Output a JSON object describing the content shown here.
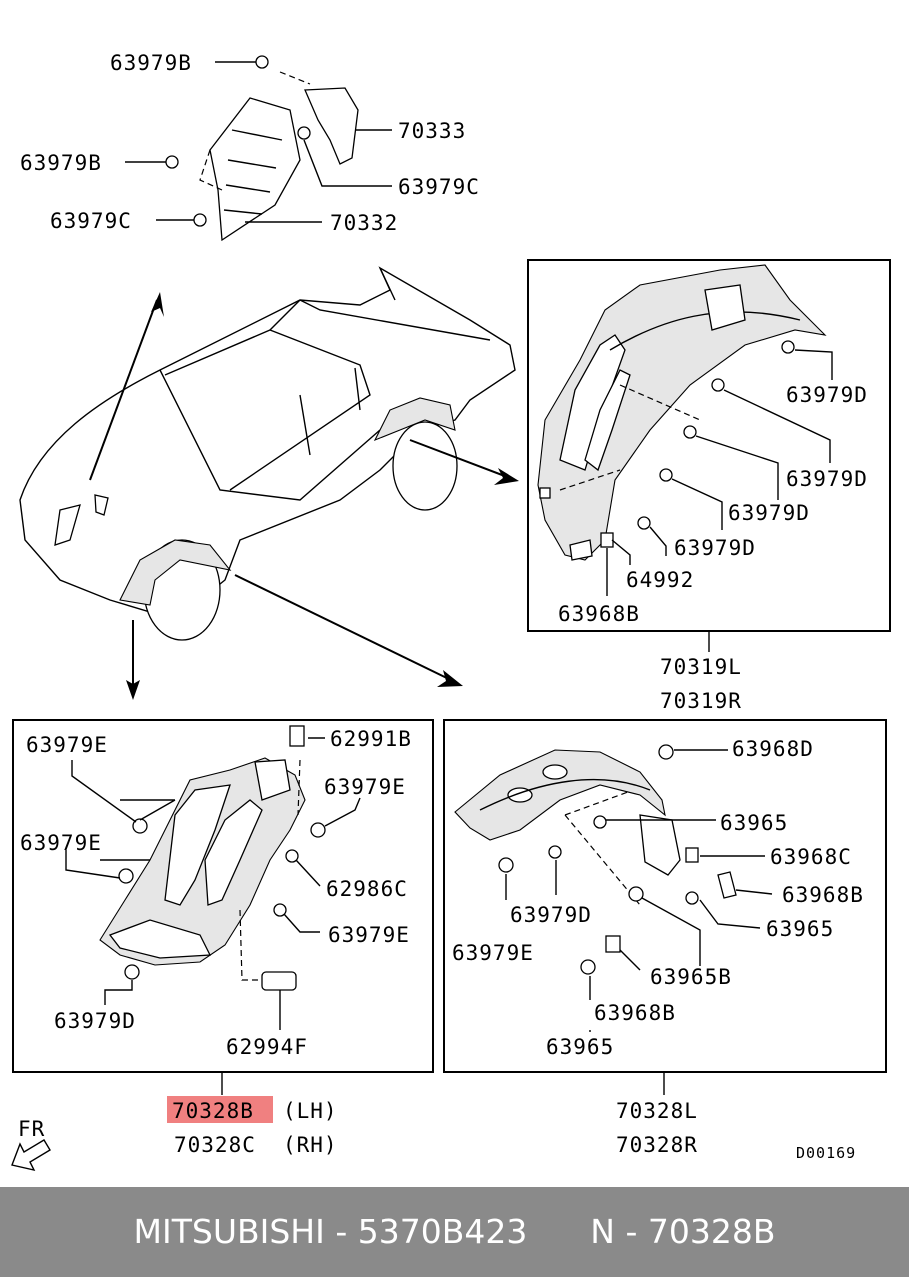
{
  "labels": {
    "p63979B_top": "63979B",
    "p70333": "70333",
    "p63979B_mid": "63979B",
    "p63979C_r": "63979C",
    "p63979C_l": "63979C",
    "p70332": "70332",
    "r_63979D_1": "63979D",
    "r_63979D_2": "63979D",
    "r_63979D_3": "63979D",
    "r_63979D_4": "63979D",
    "r_64992": "64992",
    "r_63968B": "63968B",
    "r_70319L": "70319L",
    "r_70319R": "70319R",
    "l_63979E_1": "63979E",
    "l_62991B": "62991B",
    "l_63979E_2": "63979E",
    "l_63979E_3": "63979E",
    "l_62986C": "62986C",
    "l_63979E_4": "63979E",
    "l_63979D": "63979D",
    "l_62994F": "62994F",
    "l_70328B": "70328B",
    "l_LH": "(LH)",
    "l_70328C": "70328C",
    "l_RH": "(RH)",
    "b_63968D": "63968D",
    "b_63965_1": "63965",
    "b_63968C": "63968C",
    "b_63968B_1": "63968B",
    "b_63965_2": "63965",
    "b_63979D": "63979D",
    "b_63979E": "63979E",
    "b_63965B": "63965B",
    "b_63968B_2": "63968B",
    "b_63965_3": "63965",
    "b_70328L": "70328L",
    "b_70328R": "70328R",
    "fr": "FR",
    "ref": "D00169"
  },
  "colors": {
    "highlight": "#f08080",
    "footer_bg": "#8a8a8a",
    "footer_text": "#ffffff"
  },
  "footer": {
    "text": "MITSUBISHI - 5370B423      N - 70328B"
  }
}
